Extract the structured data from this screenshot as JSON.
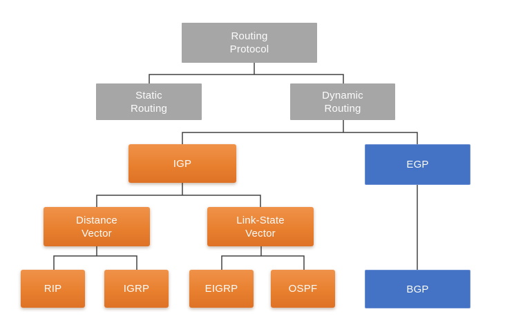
{
  "nodes": {
    "routing_protocol": {
      "label": "Routing\nProtocol",
      "color": "#a6a6a6"
    },
    "static_routing": {
      "label": "Static\nRouting",
      "color": "#a6a6a6"
    },
    "dynamic_routing": {
      "label": "Dynamic\nRouting",
      "color": "#a6a6a6"
    },
    "igp": {
      "label": "IGP",
      "color": "#ed7d31"
    },
    "egp": {
      "label": "EGP",
      "color": "#4472c4"
    },
    "distance_vector": {
      "label": "Distance\nVector",
      "color": "#ed7d31"
    },
    "link_state_vector": {
      "label": "Link-State\nVector",
      "color": "#ed7d31"
    },
    "rip": {
      "label": "RIP",
      "color": "#ed7d31"
    },
    "igrp": {
      "label": "IGRP",
      "color": "#ed7d31"
    },
    "eigrp": {
      "label": "EIGRP",
      "color": "#ed7d31"
    },
    "ospf": {
      "label": "OSPF",
      "color": "#ed7d31"
    },
    "bgp": {
      "label": "BGP",
      "color": "#4472c4"
    }
  },
  "edges": [
    {
      "from": "routing_protocol",
      "to": "static_routing"
    },
    {
      "from": "routing_protocol",
      "to": "dynamic_routing"
    },
    {
      "from": "dynamic_routing",
      "to": "igp"
    },
    {
      "from": "dynamic_routing",
      "to": "egp"
    },
    {
      "from": "igp",
      "to": "distance_vector"
    },
    {
      "from": "igp",
      "to": "link_state_vector"
    },
    {
      "from": "distance_vector",
      "to": "rip"
    },
    {
      "from": "distance_vector",
      "to": "igrp"
    },
    {
      "from": "link_state_vector",
      "to": "eigrp"
    },
    {
      "from": "link_state_vector",
      "to": "ospf"
    },
    {
      "from": "egp",
      "to": "bgp"
    }
  ],
  "colors": {
    "gray_box": "#a6a6a6",
    "orange_box": "#ed7d31",
    "orange_gradient_top": "#f0924a",
    "orange_gradient_bottom": "#de7226",
    "blue_box": "#4472c4",
    "connector_line": "#404040",
    "box_text": "#fbfbfb",
    "background": "#ffffff"
  }
}
